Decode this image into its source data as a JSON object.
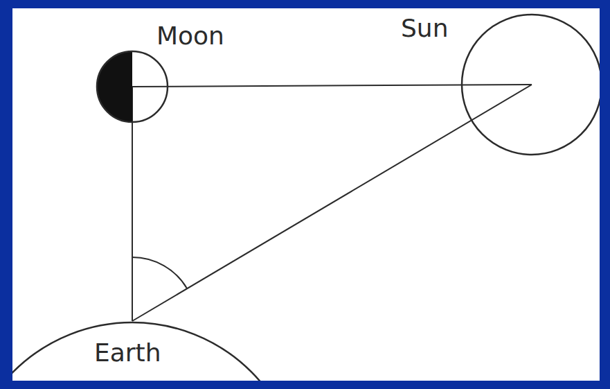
{
  "diagram": {
    "nodes": [
      {
        "text": [
          "Moon"
        ]
      },
      {
        "text": [
          "Sun"
        ]
      },
      {
        "text": [
          "Earth"
        ]
      }
    ],
    "edges": [
      {
        "from": 0,
        "to": 1,
        "arrow": "none"
      },
      {
        "from": 0,
        "to": 2,
        "arrow": "none"
      },
      {
        "from": 2,
        "to": 1,
        "arrow": "none"
      }
    ]
  }
}
